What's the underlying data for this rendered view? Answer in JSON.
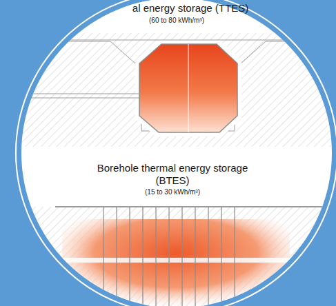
{
  "diagram": {
    "labels": [
      "al energy storage (TTES)",
      "(60 to 80 kWh/m³)",
      "Borehole thermal energy storage",
      "(BTES)",
      "(15 to 30 kWh/m³)"
    ]
  }
}
